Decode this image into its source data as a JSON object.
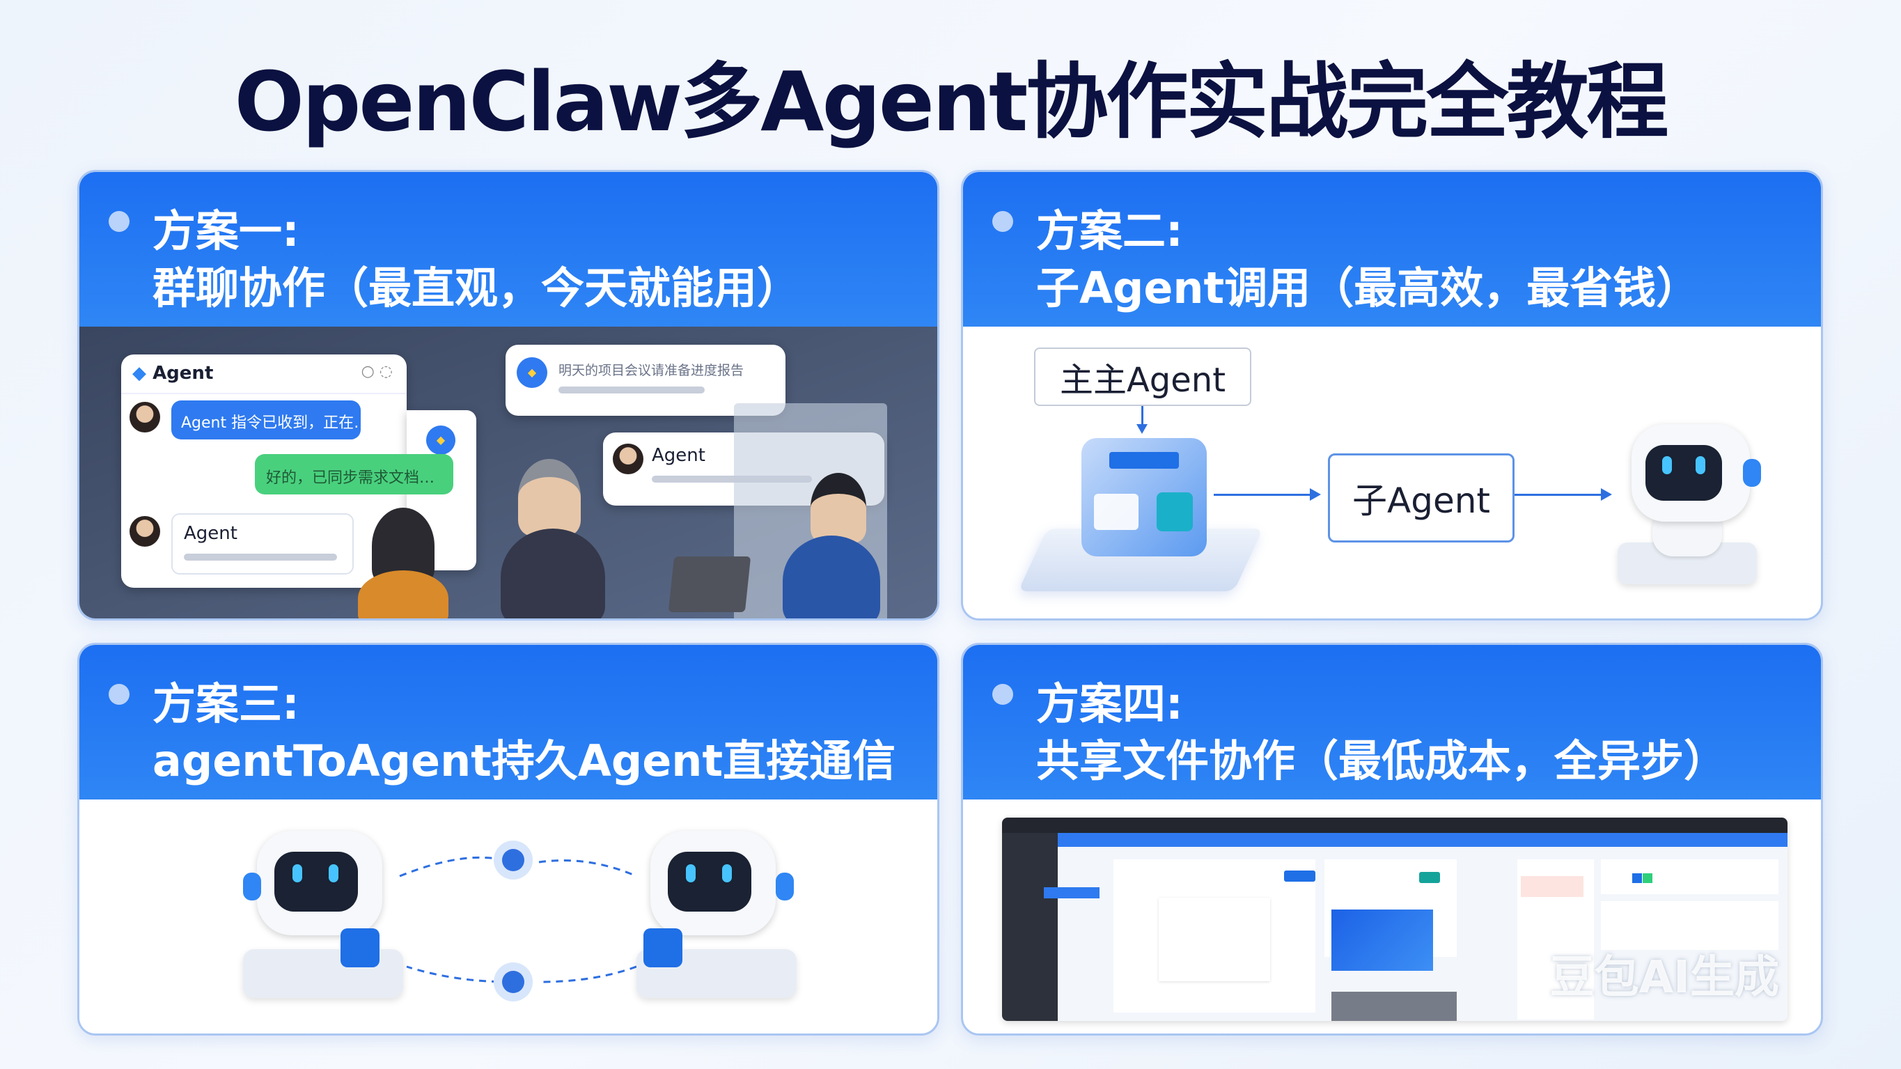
{
  "title": "OpenClaw多Agent协作实战完全教程",
  "cards": [
    {
      "label": "方案一:",
      "subtitle": "群聊协作（最直观，今天就能用）",
      "chat": {
        "window_title": "Agent",
        "msg1": "Agent 指令已收到，正在…",
        "msg2": "好的，已同步需求文档…",
        "msg3_name": "Agent",
        "bubble_top": "明天的项目会议请准备进度报告",
        "bubble_right_name": "Agent"
      }
    },
    {
      "label": "方案二:",
      "subtitle": "子Agent调用（最高效，最省钱）",
      "diagram": {
        "main_agent": "主主Agent",
        "sub_agent": "子Agent"
      }
    },
    {
      "label": "方案三:",
      "subtitle": "agentToAgent持久Agent直接通信"
    },
    {
      "label": "方案四:",
      "subtitle": "共享文件协作（最低成本，全异步）"
    }
  ],
  "watermark": "豆包AI生成",
  "colors": {
    "accent": "#1d6ff2",
    "title": "#0b1140",
    "green": "#3ed07a"
  }
}
